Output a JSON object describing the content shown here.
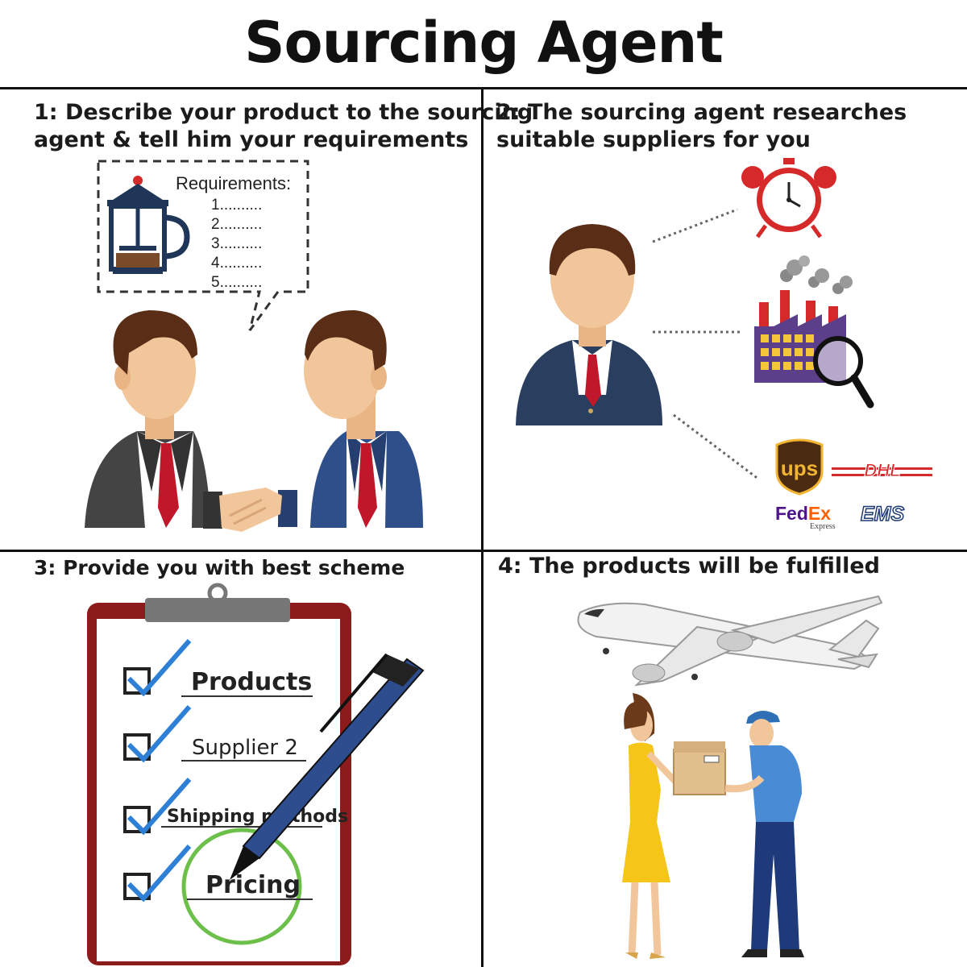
{
  "title": "Sourcing Agent",
  "steps": [
    {
      "line1": "1: Describe your product to the sourcing",
      "line2": "agent & tell him your requirements"
    },
    {
      "line1": "2: The sourcing agent researches",
      "line2": "suitable suppliers for you"
    },
    {
      "line1": "3: Provide you with best scheme"
    },
    {
      "line1": "4: The products will be fulfilled"
    }
  ],
  "requirements": {
    "heading": "Requirements:",
    "items": [
      "1..........",
      "2..........",
      "3..........",
      "4..........",
      "5.........."
    ]
  },
  "carriers": {
    "ups": "ups",
    "dhl": "DHL",
    "fedex_fed": "Fed",
    "fedex_ex": "Ex",
    "fedex_sub": "Express",
    "ems": "EMS"
  },
  "checklist": [
    "Products",
    "Supplier 2",
    "Shipping methods",
    "Pricing"
  ],
  "colors": {
    "suit_dark": "#2a3f5f",
    "tie": "#c0182a",
    "skin": "#f2c69b",
    "hair": "#5a2d16",
    "clipboard": "#8c1c1c",
    "circle": "#6cc04a"
  }
}
